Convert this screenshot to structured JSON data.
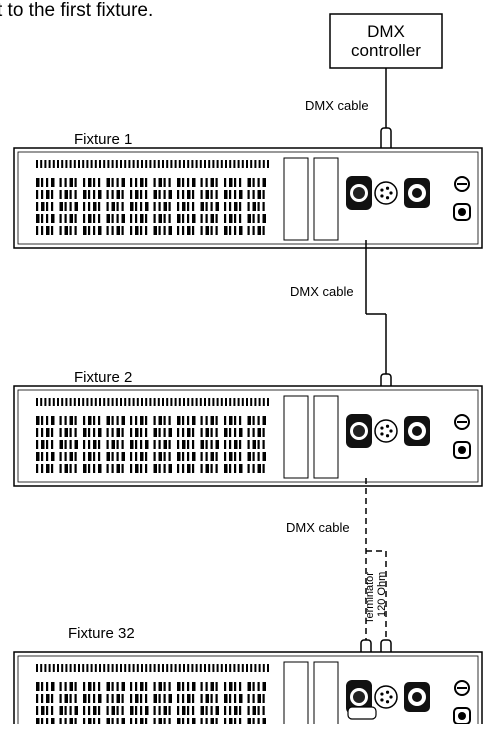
{
  "header": {
    "partial_text": "t to the first fixture."
  },
  "controller": {
    "line1": "DMX",
    "line2": "controller"
  },
  "cables": {
    "top": "DMX cable",
    "middle": "DMX cable",
    "bottom": "DMX cable"
  },
  "fixtures": [
    {
      "label": "Fixture 1"
    },
    {
      "label": "Fixture 2"
    },
    {
      "label": "Fixture 32"
    }
  ],
  "terminator": {
    "line1": "Terminator",
    "line2": "120 Ohm"
  }
}
